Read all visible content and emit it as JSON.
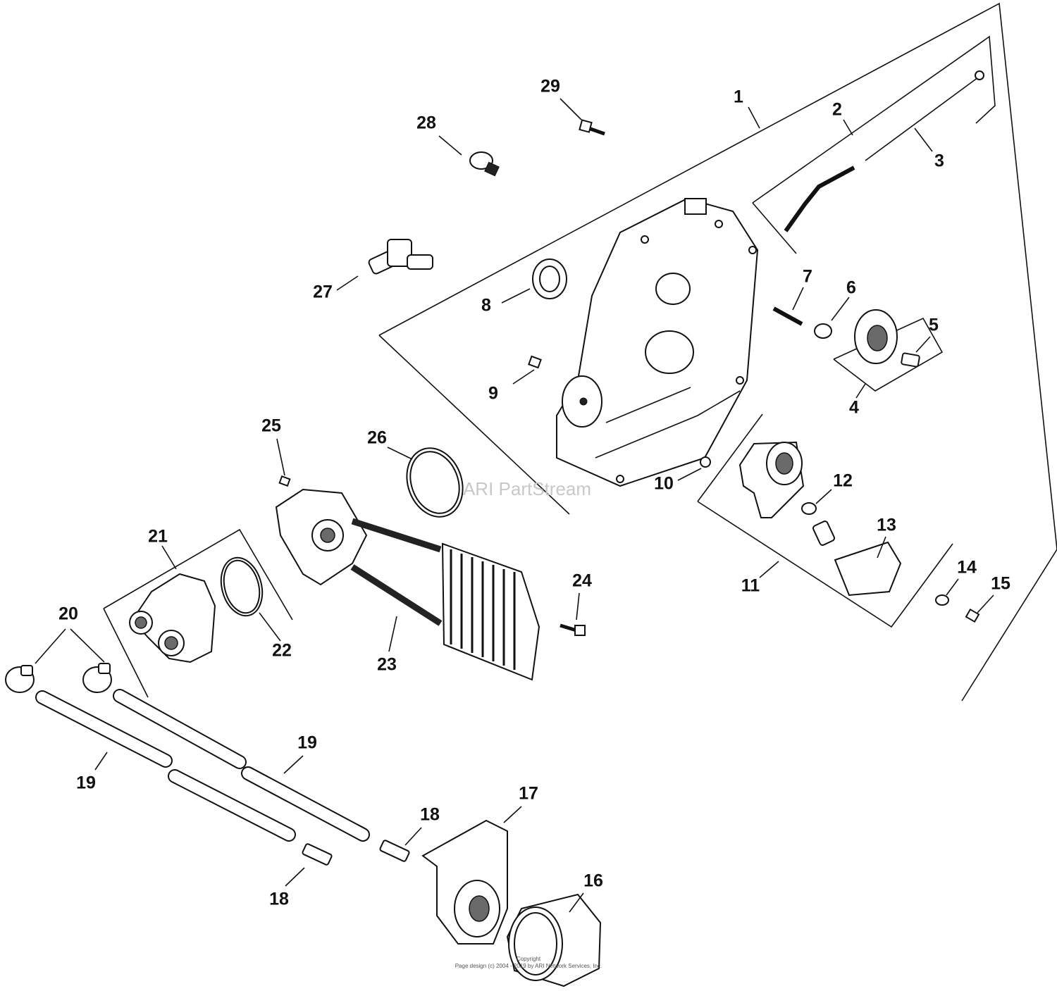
{
  "watermark": "ARI PartStream",
  "copyright": {
    "line1": "Copyright",
    "line2": "Page design (c) 2004 - 2019 by ARI Network Services, Inc."
  },
  "callouts": [
    "1",
    "2",
    "3",
    "4",
    "5",
    "6",
    "7",
    "8",
    "9",
    "10",
    "11",
    "12",
    "13",
    "14",
    "15",
    "16",
    "17",
    "18",
    "18",
    "19",
    "19",
    "20",
    "21",
    "22",
    "23",
    "24",
    "25",
    "26",
    "27",
    "28",
    "29"
  ]
}
